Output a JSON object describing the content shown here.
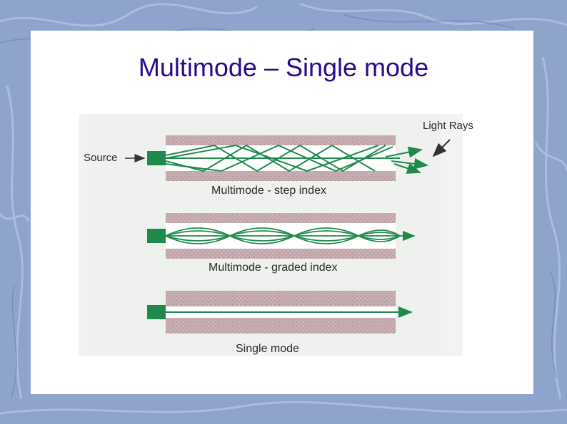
{
  "slide": {
    "title": "Multimode – Single mode"
  },
  "diagram": {
    "source_label": "Source",
    "light_rays_label": "Light Rays",
    "fibers": [
      {
        "label": "Multimode - step index"
      },
      {
        "label": "Multimode - graded index"
      },
      {
        "label": "Single mode"
      }
    ]
  },
  "colors": {
    "title": "#2a0a8a",
    "ray": "#1f8a4c",
    "source": "#1f8a4c",
    "cladding": "#c8a3a8",
    "background": "#8ea4cc"
  },
  "icons": [
    "source-square-icon",
    "arrow-right-icon",
    "arrow-icon"
  ]
}
